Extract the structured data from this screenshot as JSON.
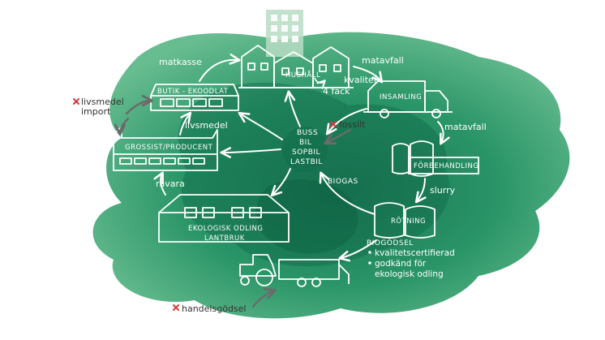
{
  "colors": {
    "blob_dark": "#0f6b4a",
    "blob_mid": "#1e8f5f",
    "blob_light": "#5fb98a",
    "line": "#ffffff",
    "cross": "#d33b3b",
    "grey_arrow": "#6b6b6b",
    "building_fill": "#b9ddc6"
  },
  "nodes": {
    "hushall": "HUSHÅLL",
    "butik": "BUTIK - EKOODLAT",
    "grossist": "GROSSIST/PRODUCENT",
    "insamling": "INSAMLING",
    "forbehandling": "FÖRBEHANDLING",
    "rotning": "RÖTNING",
    "lantbruk_line1": "EKOLOGISK ODLING",
    "lantbruk_line2": "LANTBRUK",
    "vehicles": [
      "BUSS",
      "BIL",
      "SOPBIL",
      "LASTBIL"
    ]
  },
  "flows": {
    "matkasse": "matkasse",
    "matavfall_top": "matavfall",
    "kvalitet": "kvalitet",
    "fack": "4 fack",
    "matavfall_right": "matavfall",
    "livsmedel": "livsmedel",
    "ravara": "råvara",
    "slurry": "slurry",
    "biogas": "BIOGAS"
  },
  "excluded": {
    "livsmedel_import_line1": "livsmedel",
    "livsmedel_import_line2": "import",
    "fossilt": "fossilt",
    "handelsgodsel": "handelsgödsel"
  },
  "biogodsel": {
    "title": "BIOGÖDSEL",
    "items": [
      "kvalitetscertifierad",
      "godkänd för",
      "ekologisk odling"
    ]
  },
  "icons": {
    "cross": "cross-icon",
    "recycle": "recycle-arrow-icon",
    "tractor": "tractor-icon",
    "truck": "truck-icon"
  }
}
